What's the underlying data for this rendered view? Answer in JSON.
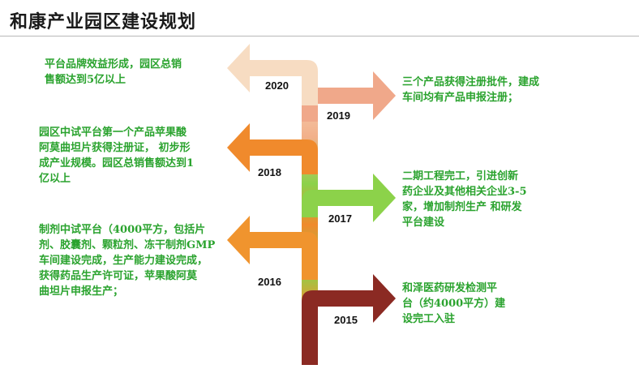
{
  "title": "和康产业园区建设规划",
  "colors": {
    "y2015": "#8b2a23",
    "y2016": "#f0942e",
    "y2017": "#8cd24a",
    "y2018": "#f08a2c",
    "y2019": "#f0a88a",
    "y2020": "#f7dcc2",
    "text": "#2aa32e"
  },
  "milestones": [
    {
      "year": "2015",
      "text": "和泽医药研发检测平\n台（约4000平方）建\n设完工入驻"
    },
    {
      "year": "2016",
      "text": "制剂中试平台（4000平方，包括片\n剂、胶囊剂、颗粒剂、冻干制剂GMP\n车间建设完成，生产能力建设完成，\n获得药品生产许可证，苹果酸阿莫\n曲坦片申报生产；"
    },
    {
      "year": "2017",
      "text": "二期工程完工，引进创新\n药企业及其他相关企业3-5\n家，增加制剂生产 和研发\n平台建设"
    },
    {
      "year": "2018",
      "text": "园区中试平台第一个产品苹果酸\n阿莫曲坦片获得注册证， 初步形\n成产业规模。园区总销售额达到1\n亿以上"
    },
    {
      "year": "2019",
      "text": "三个产品获得注册批件，建成\n车间均有产品申报注册；"
    },
    {
      "year": "2020",
      "text": "平台品牌效益形成，园区总销\n售额达到5亿以上"
    }
  ]
}
